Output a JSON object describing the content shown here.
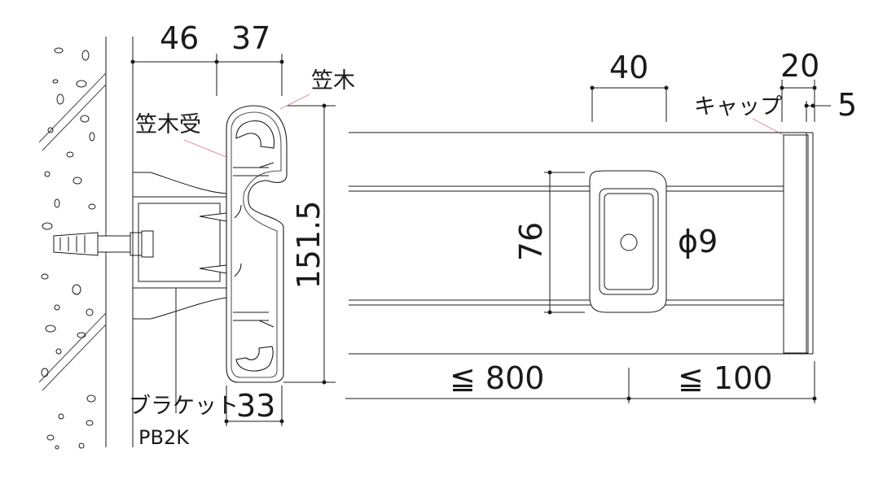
{
  "labels": {
    "dim_46": "46",
    "dim_37": "37",
    "dim_151_5": "151.5",
    "dim_33": "33",
    "dim_40": "40",
    "dim_20": "20",
    "dim_5": "5",
    "dim_76": "76",
    "dim_phi9": "ϕ9",
    "dim_le800": "≦ 800",
    "dim_le100": "≦ 100",
    "kasagi": "笠木",
    "kasagi_uke": "笠木受",
    "cap": "キャップ",
    "bracket": "ブラケット",
    "bracket_code": "PB2K"
  },
  "colors": {
    "line": "#1a1a1a",
    "leader": "#e07a8a",
    "hatch": "#333333",
    "grey_fill": "#e6e6e6"
  }
}
